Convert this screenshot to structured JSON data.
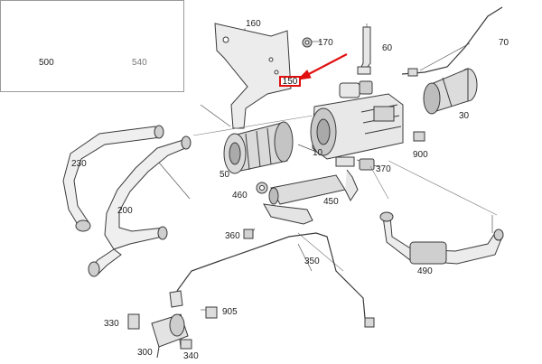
{
  "inset": {
    "parts": [
      {
        "number": "500"
      },
      {
        "number": "540"
      }
    ]
  },
  "highlight": {
    "number": "150",
    "color": "#e01010"
  },
  "callouts": [
    {
      "id": "160",
      "text": "160"
    },
    {
      "id": "170",
      "text": "170"
    },
    {
      "id": "60",
      "text": "60"
    },
    {
      "id": "70",
      "text": "70"
    },
    {
      "id": "30",
      "text": "30"
    },
    {
      "id": "10",
      "text": "10"
    },
    {
      "id": "50",
      "text": "50"
    },
    {
      "id": "900",
      "text": "900"
    },
    {
      "id": "370",
      "text": "370"
    },
    {
      "id": "230",
      "text": "230"
    },
    {
      "id": "200",
      "text": "200"
    },
    {
      "id": "460",
      "text": "460"
    },
    {
      "id": "450",
      "text": "450"
    },
    {
      "id": "360",
      "text": "360"
    },
    {
      "id": "350",
      "text": "350"
    },
    {
      "id": "490",
      "text": "490"
    },
    {
      "id": "905",
      "text": "905"
    },
    {
      "id": "330",
      "text": "330"
    },
    {
      "id": "300",
      "text": "300"
    },
    {
      "id": "340",
      "text": "340"
    }
  ]
}
